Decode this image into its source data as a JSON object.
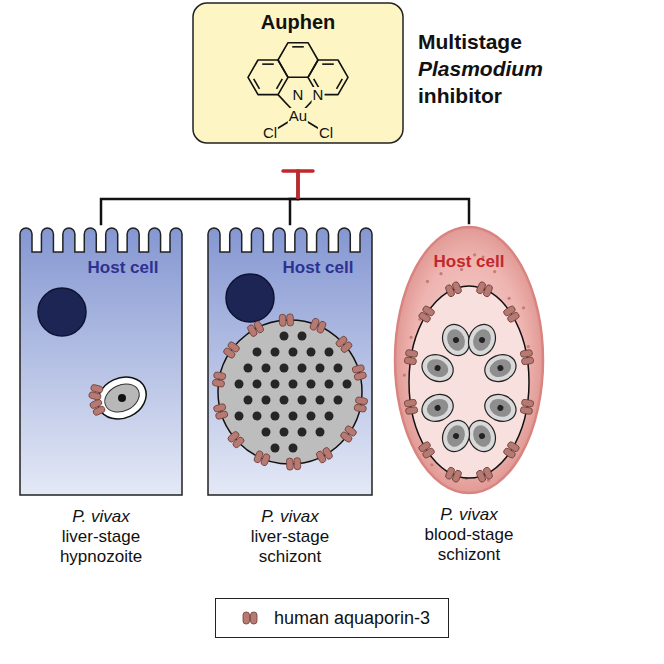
{
  "diagram": {
    "nodes": [
      {
        "text": [
          "Auphen",
          "N",
          "N",
          "Au",
          "Cl",
          "Cl"
        ]
      },
      {
        "text": [
          "Host cell",
          "P. vivax",
          "liver-stage hypnozoite"
        ]
      },
      {
        "text": [
          "Host cell",
          "P. vivax",
          "liver-stage schizont"
        ]
      },
      {
        "text": [
          "Host cell",
          "P. vivax",
          "blood-stage schizont"
        ]
      }
    ],
    "edges": [
      {
        "from": 0,
        "to": 1,
        "arrow": "none"
      },
      {
        "from": 0,
        "to": 2,
        "arrow": "none"
      },
      {
        "from": 0,
        "to": 3,
        "arrow": "none"
      }
    ],
    "labels": [
      "Multistage",
      "Plasmodium",
      "inhibitor"
    ],
    "legend": [
      {
        "text": "human aquaporin-3"
      }
    ]
  }
}
